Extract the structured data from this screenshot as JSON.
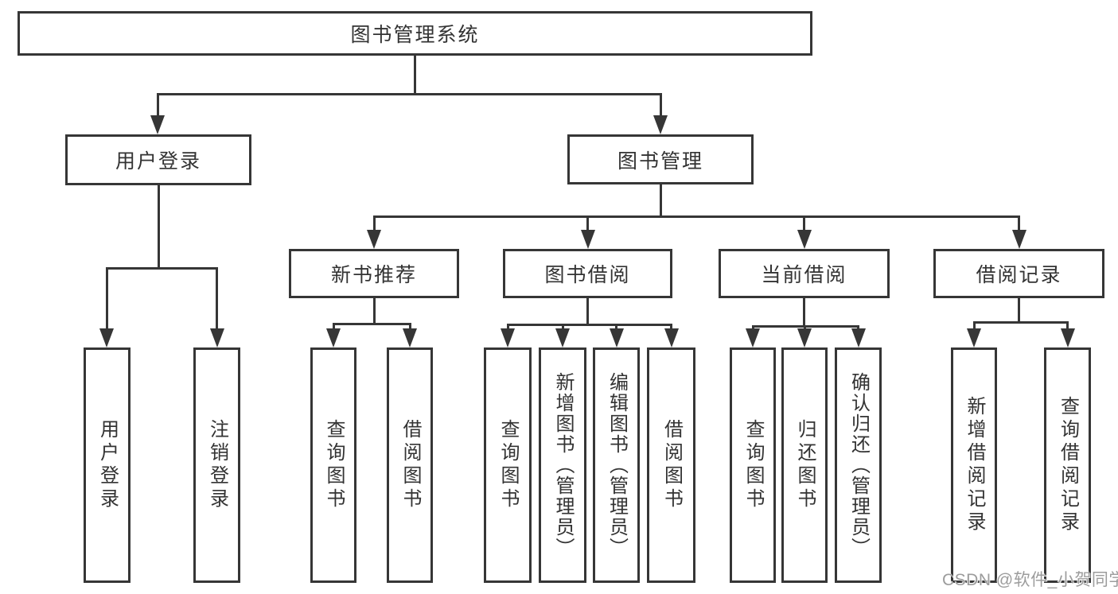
{
  "colors": {
    "background": "#ffffff",
    "line": "#363636",
    "box_border": "#363636",
    "text": "#333333",
    "watermark": "#9c9c9c"
  },
  "diagram": {
    "root": {
      "label": "图书管理系统"
    },
    "level2": {
      "user_login": {
        "label": "用户登录"
      },
      "book_management": {
        "label": "图书管理"
      }
    },
    "level3": {
      "new_book_recommend": {
        "label": "新书推荐"
      },
      "book_borrow": {
        "label": "图书借阅"
      },
      "current_borrow": {
        "label": "当前借阅"
      },
      "borrow_record": {
        "label": "借阅记录"
      }
    },
    "leaves": {
      "user_login": {
        "label": "用户登录"
      },
      "logout": {
        "label": "注销登录"
      },
      "recommend_query_book": {
        "label": "查询图书"
      },
      "recommend_borrow_book": {
        "label": "借阅图书"
      },
      "borrow_query_book": {
        "label": "查询图书"
      },
      "borrow_add_book": {
        "label": "新增图书（管理员）"
      },
      "borrow_edit_book": {
        "label": "编辑图书（管理员）"
      },
      "borrow_borrow_book": {
        "label": "借阅图书"
      },
      "current_query_book": {
        "label": "查询图书"
      },
      "current_return_book": {
        "label": "归还图书"
      },
      "current_confirm_return": {
        "label": "确认归还（管理员）"
      },
      "record_add_record": {
        "label": "新增借阅记录"
      },
      "record_query_record": {
        "label": "查询借阅记录"
      }
    }
  },
  "watermark": {
    "text": "CSDN @软件_小贺同学"
  }
}
